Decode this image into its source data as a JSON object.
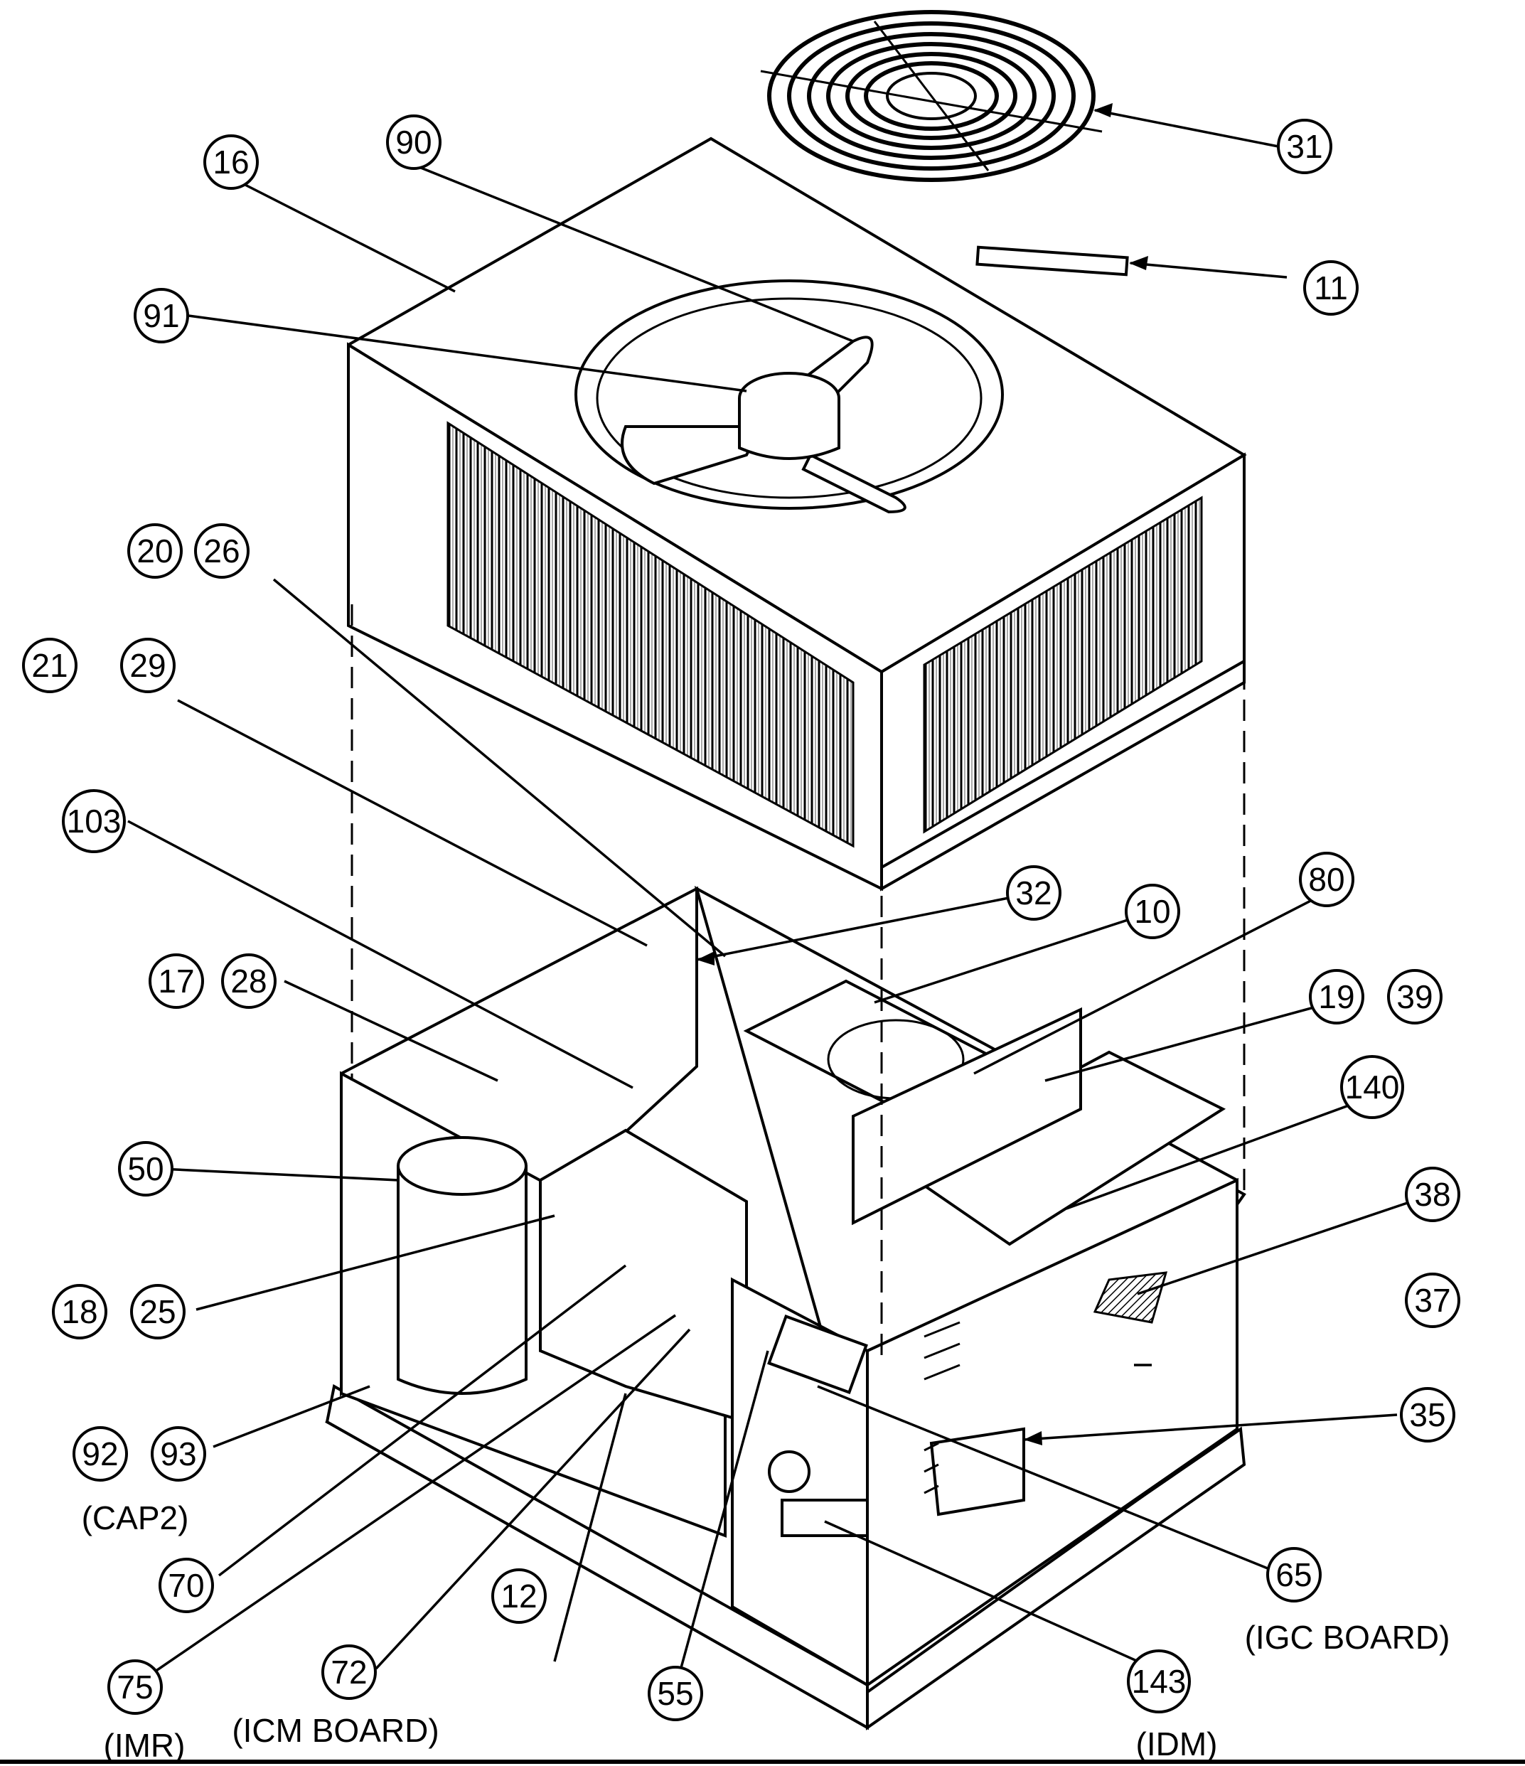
{
  "callouts": [
    {
      "label": "31"
    },
    {
      "label": "16"
    },
    {
      "label": "90"
    },
    {
      "label": "11"
    },
    {
      "label": "91"
    },
    {
      "label": "20"
    },
    {
      "label": "26"
    },
    {
      "label": "21"
    },
    {
      "label": "29"
    },
    {
      "label": "103"
    },
    {
      "label": "32"
    },
    {
      "label": "10"
    },
    {
      "label": "80"
    },
    {
      "label": "17"
    },
    {
      "label": "28"
    },
    {
      "label": "19"
    },
    {
      "label": "39"
    },
    {
      "label": "140"
    },
    {
      "label": "50"
    },
    {
      "label": "38"
    },
    {
      "label": "18"
    },
    {
      "label": "25"
    },
    {
      "label": "37"
    },
    {
      "label": "35"
    },
    {
      "label": "92"
    },
    {
      "label": "93"
    },
    {
      "label": "70"
    },
    {
      "label": "12"
    },
    {
      "label": "65"
    },
    {
      "label": "75"
    },
    {
      "label": "72"
    },
    {
      "label": "55"
    },
    {
      "label": "143"
    }
  ],
  "notes": {
    "cap2": "(CAP2)",
    "igc_board": "(IGC BOARD)",
    "imr": "(IMR)",
    "icm_board": "(ICM BOARD)",
    "idm": "(IDM)"
  }
}
